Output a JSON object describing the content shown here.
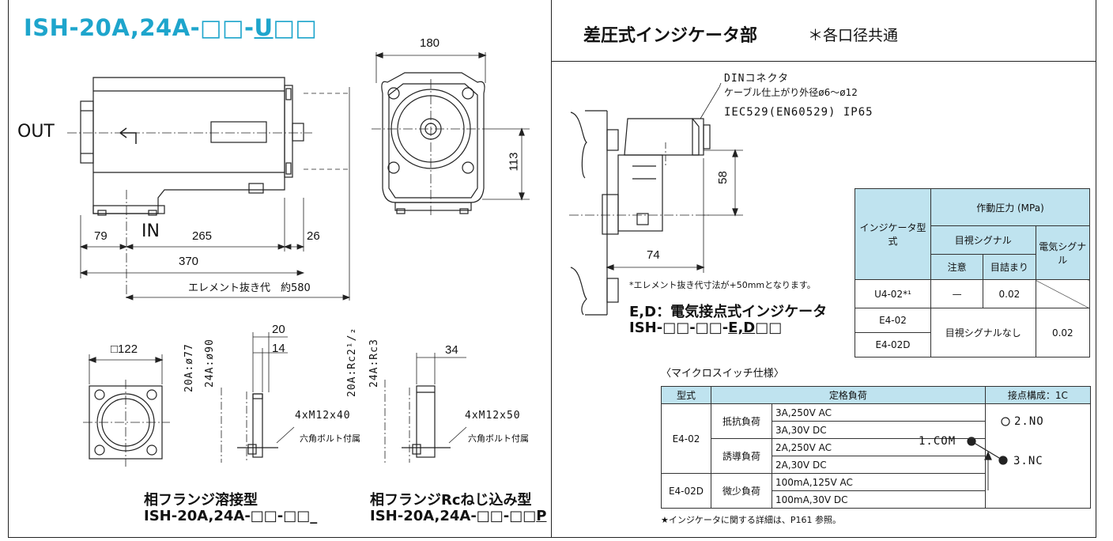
{
  "left": {
    "model_title_prefix": "ISH-20A,24A-□□-",
    "model_title_u": "U",
    "model_title_suffix": "□□",
    "labels": {
      "out": "OUT",
      "in": "IN"
    },
    "dims": {
      "d180": "180",
      "d113": "113",
      "d79": "79",
      "d265": "265",
      "d26": "26",
      "d370": "370",
      "element": "エレメント抜き代　約580",
      "sq122": "□122",
      "dia77": "20A:ø77",
      "dia90": "24A:ø90",
      "d20": "20",
      "d14": "14",
      "rc2": "20A:Rc2¹/₂",
      "rc3": "24A:Rc3",
      "d34": "34",
      "bolt40": "4xM12x40",
      "bolt50": "4xM12x50",
      "bolt_note1": "六角ボルト付属",
      "bolt_note2": "六角ボルト付属"
    },
    "captions": {
      "weld_title": "相フランジ溶接型",
      "weld_model": "ISH-20A,24A-□□-□□_",
      "rc_title": "相フランジRcねじ込み型",
      "rc_model_prefix": "ISH-20A,24A-□□-□□",
      "rc_model_p": "P"
    }
  },
  "right": {
    "title": "差圧式インジケータ部",
    "note": "＊各口径共通",
    "din1": "DINコネクタ",
    "din2": "ケーブル仕上がり外径ø6～ø12",
    "din3": "IEC529(EN60529)  IP65",
    "d58": "58",
    "d74": "74",
    "element_note": "*エレメント抜き代寸法が+50mmとなります。",
    "ed_title": "E,D：電気接点式インジケータ",
    "ed_model_prefix": "ISH-□□-□□-",
    "ed_model_ed": "E,D",
    "ed_model_suffix": "□□",
    "indicator_table": {
      "h_type": "インジケータ型式",
      "h_pressure": "作動圧力 (MPa)",
      "h_visual": "目視シグナル",
      "h_electric": "電気シグナル",
      "h_caution": "注意",
      "h_clog": "目詰まり",
      "r1_type": "U4-02*¹",
      "r1_caution": "—",
      "r1_clog": "0.02",
      "r2_type": "E4-02",
      "r3_type": "E4-02D",
      "r23_visual": "目視シグナルなし",
      "r23_electric": "0.02"
    },
    "micro_title": "〈マイクロスイッチ仕様〉",
    "micro_table": {
      "h_type": "型式",
      "h_rating": "定格負荷",
      "h_contact": "接点構成：1C",
      "e402": "E4-02",
      "e402d": "E4-02D",
      "resist": "抵抗負荷",
      "induct": "誘導負荷",
      "micro": "微少負荷",
      "r1": "3A,250V  AC",
      "r2": "3A,30V  DC",
      "r3": "2A,250V  AC",
      "r4": "2A,30V  DC",
      "r5": "100mA,125V  AC",
      "r6": "100mA,30V  DC",
      "no": "2.NO",
      "com": "1.COM",
      "nc": "3.NC"
    },
    "footnote": "★インジケータに関する詳細は、P161 参照。"
  }
}
